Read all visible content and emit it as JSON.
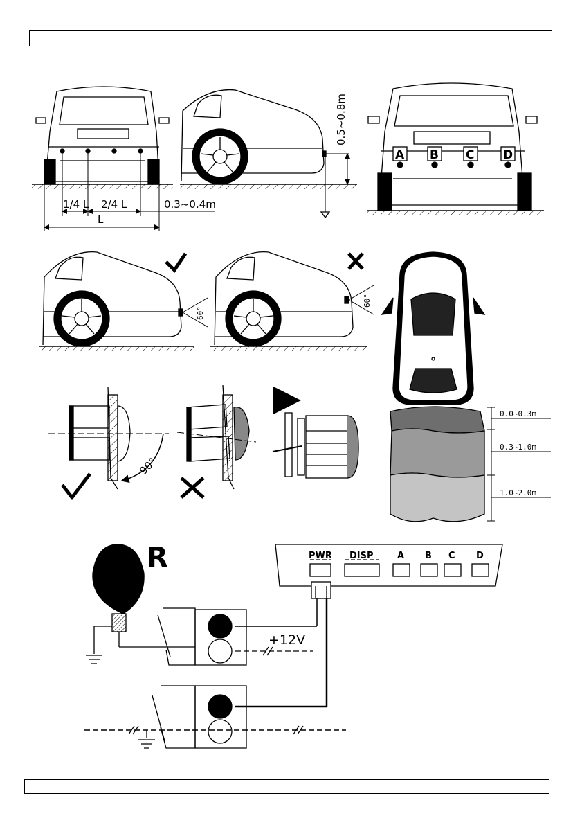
{
  "mounting": {
    "fraction_quarter": "1/4 L",
    "fraction_half": "2/4 L",
    "width_symbol": "L",
    "side_offset": "0.3~0.4m",
    "height_range": "0.5~0.8m",
    "sensor_letters": [
      "A",
      "B",
      "C",
      "D"
    ]
  },
  "angle": {
    "cone_angle": "60°",
    "perpendicular": "90°"
  },
  "zones": {
    "near": "0.0~0.3m",
    "mid": "0.3~1.0m",
    "far": "1.0~2.0m"
  },
  "wiring": {
    "reverse_symbol": "R",
    "voltage": "+12V",
    "ports": {
      "pwr": "PWR",
      "disp": "DISP",
      "a": "A",
      "b": "B",
      "c": "C",
      "d": "D"
    }
  },
  "colors": {
    "line": "#000000",
    "zone_near": "#6e6e6e",
    "zone_mid": "#9a9a9a",
    "zone_far": "#c4c4c4"
  }
}
